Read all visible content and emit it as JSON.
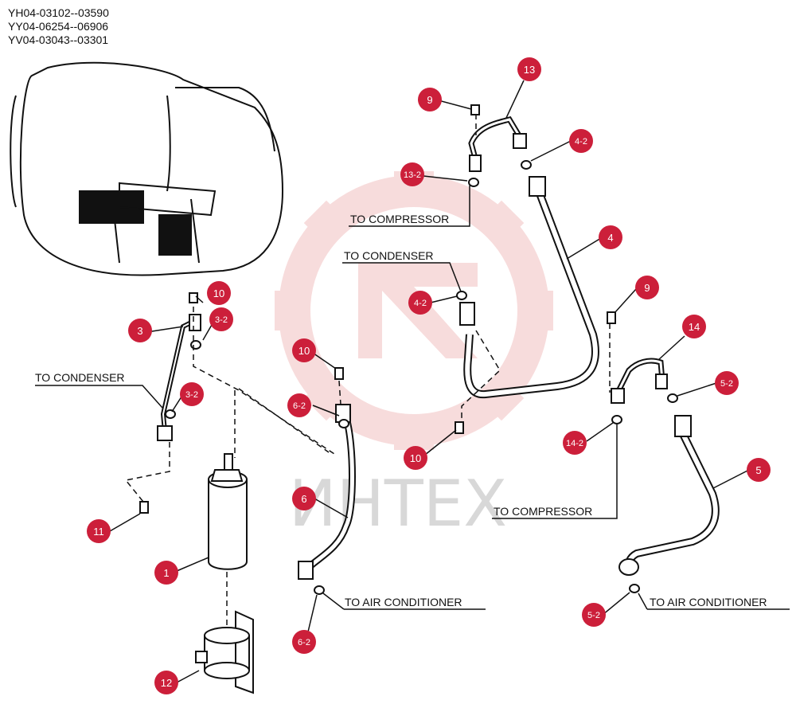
{
  "serials": [
    "YH04-03102--03590",
    "YY04-06254--06906",
    "YV04-03043--03301"
  ],
  "labels": {
    "to_compressor_top": "TO COMPRESSOR",
    "to_condenser_mid": "TO CONDENSER",
    "to_condenser_left": "TO CONDENSER",
    "to_compressor_right": "TO COMPRESSOR",
    "to_air_conditioner_mid": "TO AIR CONDITIONER",
    "to_air_conditioner_right": "TO AIR CONDITIONER"
  },
  "callouts": {
    "c1": "1",
    "c3": "3",
    "c3_2a": "3-2",
    "c3_2b": "3-2",
    "c4": "4",
    "c4_2a": "4-2",
    "c4_2b": "4-2",
    "c5": "5",
    "c5_2a": "5-2",
    "c5_2b": "5-2",
    "c6": "6",
    "c6_2a": "6-2",
    "c6_2b": "6-2",
    "c9a": "9",
    "c9b": "9",
    "c10a": "10",
    "c10b": "10",
    "c10c": "10",
    "c11": "11",
    "c12": "12",
    "c13": "13",
    "c13_2": "13-2",
    "c14": "14",
    "c14_2": "14-2"
  },
  "watermark": "ИНТЕХ",
  "colors": {
    "callout": "#cc1f3a",
    "line": "#111111",
    "watermark": "#f2c8c8"
  }
}
